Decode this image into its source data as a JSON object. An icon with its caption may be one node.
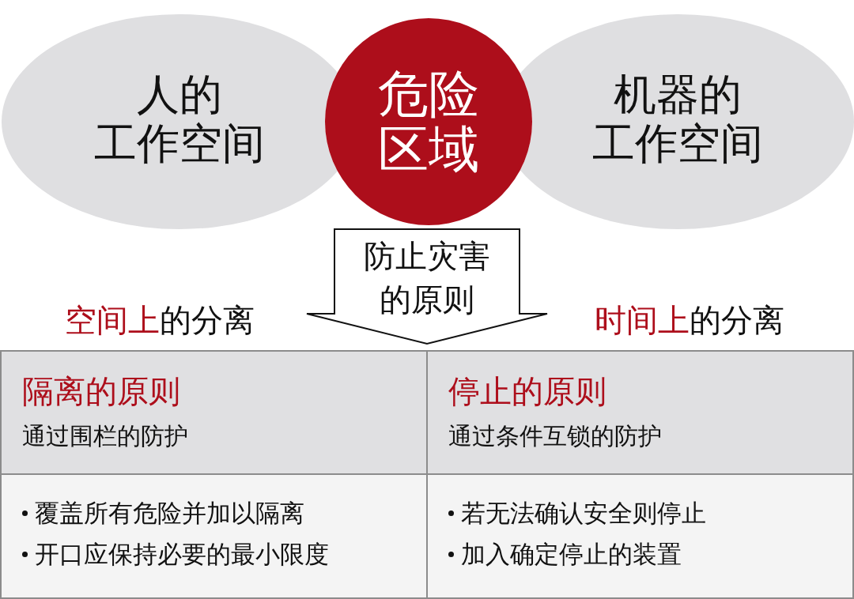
{
  "diagram": {
    "nodes": [
      {
        "text": [
          "人的",
          "工作空间"
        ]
      },
      {
        "text": [
          "危险区域"
        ]
      },
      {
        "text": [
          "机器的",
          "工作空间"
        ]
      },
      {
        "text": [
          "防止灾害的原则"
        ]
      },
      {
        "text": [
          "隔离的原则",
          "通过围栏的防护"
        ]
      },
      {
        "text": [
          "停止的原则",
          "通过条件互锁的防护"
        ]
      },
      {
        "text": [
          "覆盖所有危险并加以隔离",
          "开口应保持必要的最小限度"
        ]
      },
      {
        "text": [
          "若无法确认安全则停止",
          "加入确定停止的装置"
        ]
      }
    ],
    "labels": [
      "**空间上**的分离",
      "**时间上**的分离"
    ]
  }
}
